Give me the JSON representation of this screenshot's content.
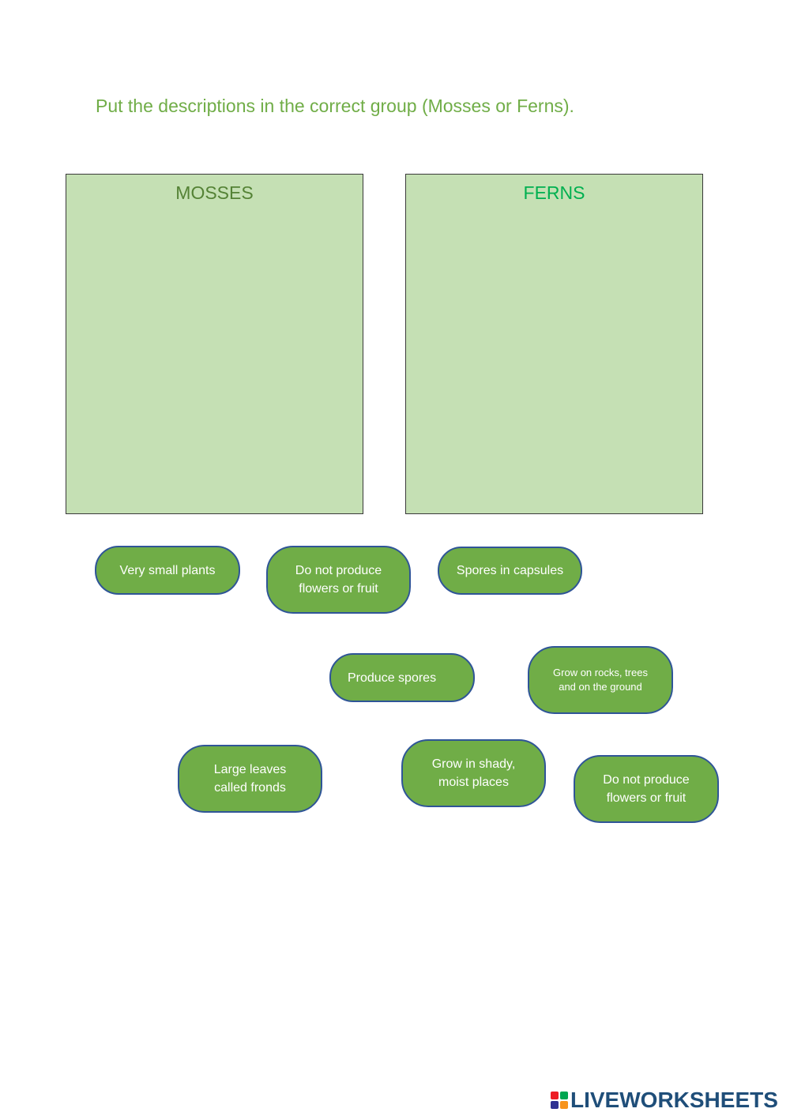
{
  "instruction": "Put the descriptions in the correct group (Mosses or Ferns).",
  "groups": {
    "mosses": {
      "title": "MOSSES"
    },
    "ferns": {
      "title": "FERNS"
    }
  },
  "cards": [
    {
      "label": "Very small plants"
    },
    {
      "label": "Do not produce flowers or fruit"
    },
    {
      "label": "Spores in capsules"
    },
    {
      "label": "Produce spores"
    },
    {
      "label": "Grow on rocks, trees and on the ground"
    },
    {
      "label": "Large leaves called fronds"
    },
    {
      "label": "Grow in shady, moist places"
    },
    {
      "label": "Do not produce flowers or fruit"
    }
  ],
  "footer": {
    "logo_text": "LIVEWORKSHEETS",
    "logo_icon": "liveworksheets-logo-icon",
    "logo_colors": [
      "#ed1c24",
      "#00a651",
      "#2e3192",
      "#f7941d"
    ]
  },
  "colors": {
    "instruction": "#70ad47",
    "zone_fill": "#c5e0b4",
    "card_fill": "#70ad47",
    "card_border": "#2f5597",
    "mosses_title": "#548235",
    "ferns_title": "#00b050"
  }
}
